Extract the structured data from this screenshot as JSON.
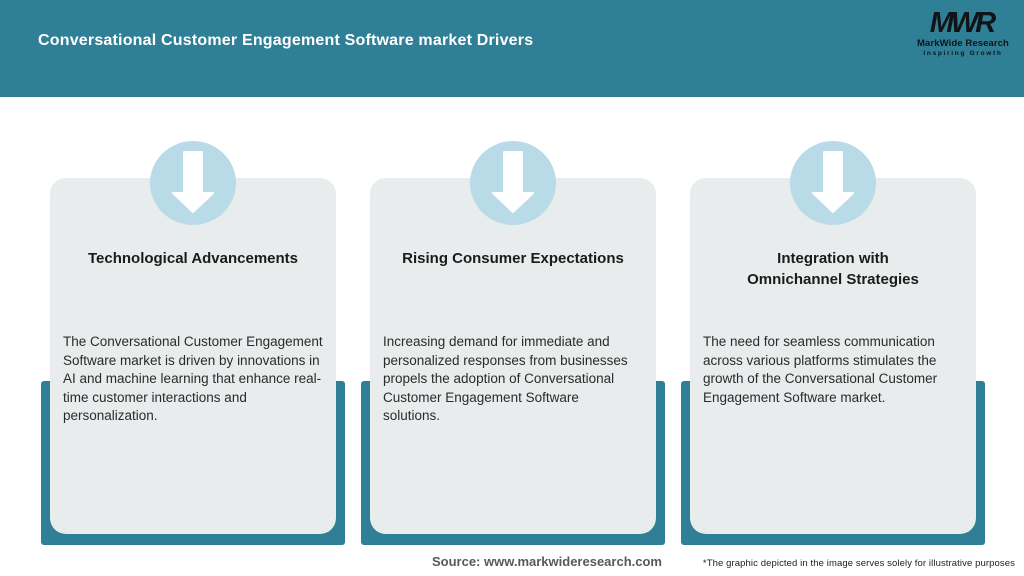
{
  "header": {
    "title": "Conversational Customer Engagement Software market Drivers",
    "logo": {
      "acronym": "MWR",
      "name": "MarkWide Research",
      "tagline": "Inspiring Growth"
    }
  },
  "cards": [
    {
      "title_lines": [
        "Technological Advancements"
      ],
      "body": "The Conversational Customer Engagement Software market is driven by innovations in AI and machine learning that enhance real-time customer interactions and personalization."
    },
    {
      "title_lines": [
        "Rising Consumer Expectations"
      ],
      "body": "Increasing demand for immediate and personalized responses from businesses propels the adoption of Conversational Customer Engagement Software solutions."
    },
    {
      "title_lines": [
        "Integration with",
        "Omnichannel Strategies"
      ],
      "body": "The need for seamless communication across various platforms stimulates the growth of the Conversational Customer Engagement Software market."
    }
  ],
  "footer": {
    "source": "Source: www.markwideresearch.com",
    "disclaimer": "*The graphic depicted in the image serves solely for illustrative purposes"
  },
  "colors": {
    "teal": "#2f7f96",
    "circle_blue": "#b9dbe8",
    "card_gray": "#e9ecec",
    "title_white": "#ffffff"
  }
}
